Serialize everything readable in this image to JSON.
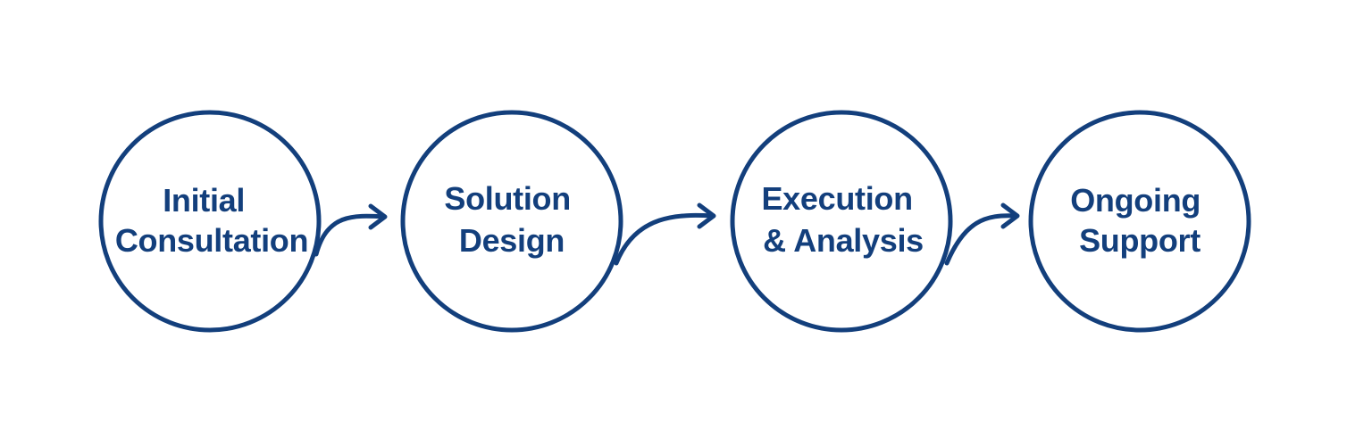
{
  "colors": {
    "primary": "#133f7c",
    "background": "#ffffff"
  },
  "steps": [
    {
      "lines": [
        "Initial",
        "Consultation"
      ]
    },
    {
      "lines": [
        "Solution",
        "Design"
      ]
    },
    {
      "lines": [
        "Execution",
        "& Analysis"
      ]
    },
    {
      "lines": [
        "Ongoing",
        "Support"
      ]
    }
  ],
  "connectors": [
    {
      "from": 0,
      "to": 1,
      "icon": "arrow-right-icon"
    },
    {
      "from": 1,
      "to": 2,
      "icon": "arrow-right-icon"
    },
    {
      "from": 2,
      "to": 3,
      "icon": "arrow-right-icon"
    }
  ]
}
